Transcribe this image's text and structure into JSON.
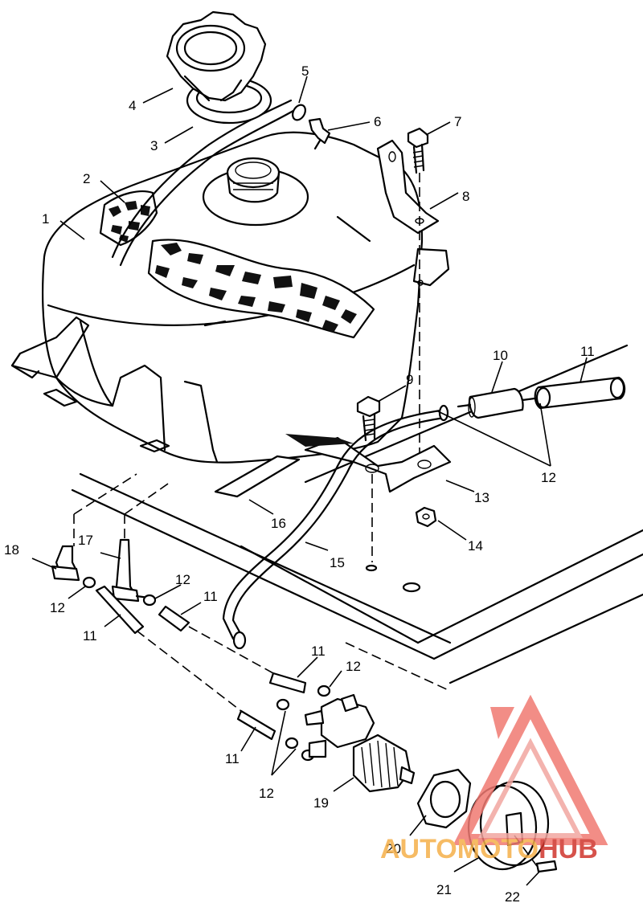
{
  "parts": [
    {
      "num": "1"
    },
    {
      "num": "2"
    },
    {
      "num": "3"
    },
    {
      "num": "4"
    },
    {
      "num": "5"
    },
    {
      "num": "6"
    },
    {
      "num": "7"
    },
    {
      "num": "8"
    },
    {
      "num": "9"
    },
    {
      "num": "10"
    },
    {
      "num": "11"
    },
    {
      "num": "11"
    },
    {
      "num": "11"
    },
    {
      "num": "11"
    },
    {
      "num": "11"
    },
    {
      "num": "11"
    },
    {
      "num": "12"
    },
    {
      "num": "12"
    },
    {
      "num": "12"
    },
    {
      "num": "12"
    },
    {
      "num": "12"
    },
    {
      "num": "13"
    },
    {
      "num": "14"
    },
    {
      "num": "15"
    },
    {
      "num": "16"
    },
    {
      "num": "17"
    },
    {
      "num": "18"
    },
    {
      "num": "19"
    },
    {
      "num": "20"
    },
    {
      "num": "21"
    },
    {
      "num": "22"
    }
  ],
  "watermark": {
    "part1": "AUTO",
    "part2": "MOTO",
    "part3": "HUB",
    "color_primary": "#e8302a",
    "color_secondary": "#f2a23a"
  }
}
